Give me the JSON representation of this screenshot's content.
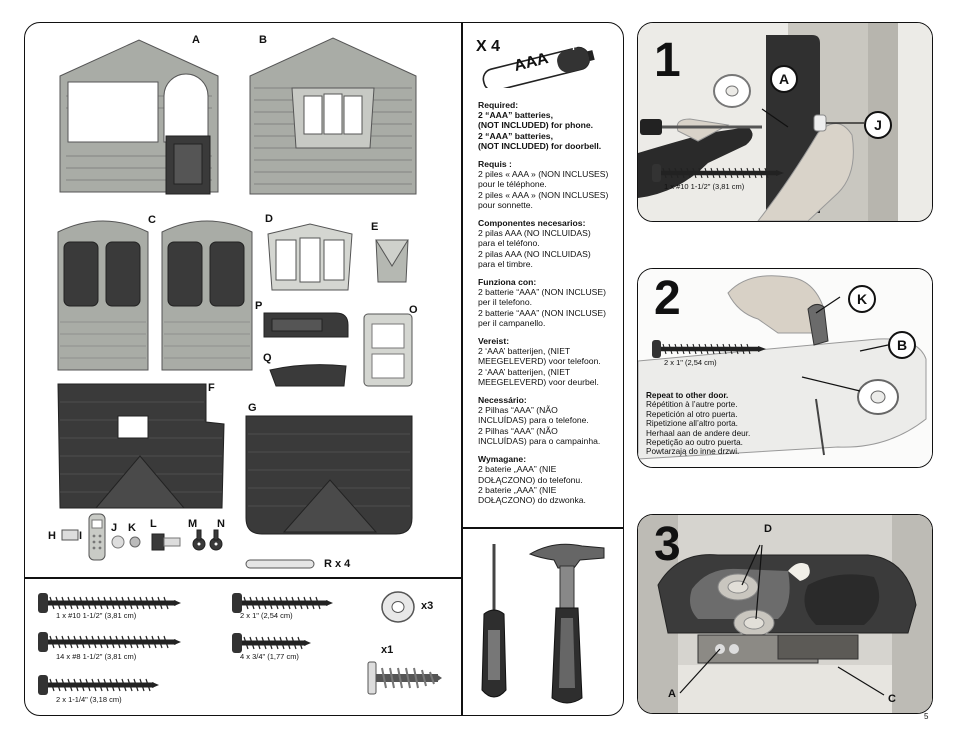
{
  "parts": {
    "A": "A",
    "B": "B",
    "C": "C",
    "D": "D",
    "E": "E",
    "F": "F",
    "G": "G",
    "H": "H",
    "I": "I",
    "J": "J",
    "K": "K",
    "L": "L",
    "M": "M",
    "N": "N",
    "O": "O",
    "P": "P",
    "Q": "Q",
    "rods": "R x 4"
  },
  "hardware": {
    "screw1": "1 x #10 1-1/2\" (3,81 cm)",
    "screw2": "14 x #8 1-1/2\" (3,81 cm)",
    "screw3": "2 x 1-1/4\" (3,18 cm)",
    "screw4": "2 x 1\" (2,54 cm)",
    "screw5": "4 x 3/4\" (1,77 cm)",
    "washer_count": "x3",
    "anchor_count": "x1"
  },
  "batteries": {
    "count": "X 4",
    "type": "AAA",
    "plus": "+",
    "sections": [
      {
        "head": "Required:",
        "lines": [
          "2 “AAA” batteries,",
          "(NOT INCLUDED) for phone.",
          "2 “AAA” batteries,",
          "(NOT INCLUDED) for doorbell."
        ],
        "bold_lines": true
      },
      {
        "head": "Requis :",
        "lines": [
          "2 piles « AAA » (NON INCLUSES)",
          "pour le téléphone.",
          "2 piles « AAA » (NON INCLUSES)",
          "pour sonnette."
        ]
      },
      {
        "head": "Componentes necesarios:",
        "lines": [
          "2 pilas AAA (NO INCLUIDAS)",
          "para el teléfono.",
          "2 pilas AAA (NO INCLUIDAS)",
          "para el timbre."
        ]
      },
      {
        "head": "Funziona con:",
        "lines": [
          "2 batterie “AAA” (NON INCLUSE)",
          "per il telefono.",
          "2 batterie “AAA” (NON INCLUSE)",
          "per il campanello."
        ]
      },
      {
        "head": "Vereist:",
        "lines": [
          "2 ‘AAA’ batterijen, (NIET",
          "MEEGELEVERD) voor telefoon.",
          "2 ‘AAA’ batterijen, (NIET",
          "MEEGELEVERD) voor deurbel."
        ]
      },
      {
        "head": "Necessário:",
        "lines": [
          "2 Pilhas “AAA” (NÃO",
          "INCLUÍDAS) para o telefone.",
          "2 Pilhas “AAA” (NÃO",
          "INCLUÍDAS) para o campainha."
        ]
      },
      {
        "head": "Wymagane:",
        "lines": [
          "2 baterie „AAA” (NIE",
          "DOŁĄCZONO) do telefonu.",
          "2 baterie „AAA” (NIE",
          "DOŁĄCZONO) do dzwonka."
        ]
      }
    ]
  },
  "steps": [
    {
      "number": "1",
      "callouts": [
        "A",
        "J"
      ],
      "screw": "1 x #10 1-1/2\" (3,81 cm)"
    },
    {
      "number": "2",
      "callouts": [
        "K",
        "B"
      ],
      "screw": "2 x 1\" (2,54 cm)",
      "repeat": [
        "Repeat to other door.",
        "Répétition à l’autre porte.",
        "Repetición al otro puerta.",
        "Ripetizione all’altro porta.",
        "Herhaal aan de andere deur.",
        "Repetição ao outro puerta.",
        "Powtarzają do inne drzwi."
      ]
    },
    {
      "number": "3",
      "callouts": [
        "D",
        "A",
        "C"
      ]
    }
  ],
  "page_number": "5"
}
